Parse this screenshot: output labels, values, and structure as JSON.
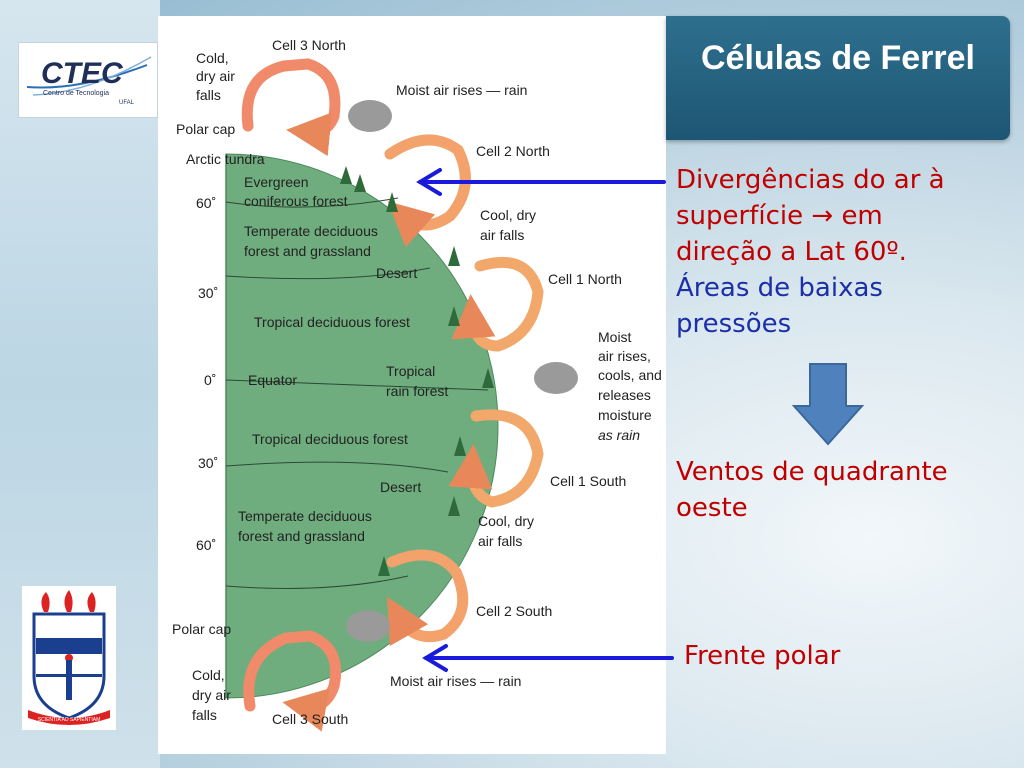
{
  "title": "Células de Ferrel",
  "logo": {
    "name": "CTEC",
    "subtitle": "Centro de Tecnologia",
    "inst": "UFAL"
  },
  "crest": {
    "motto": "SCIENTIA AD SAPIENTIAM"
  },
  "diagram": {
    "cell3n": "Cell 3 North",
    "cold_top_1": "Cold,",
    "cold_top_2": "dry air",
    "cold_top_3": "falls",
    "moist_top": "Moist air rises — rain",
    "polar_cap_n": "Polar cap",
    "arctic": "Arctic tundra",
    "cell2n": "Cell 2 North",
    "evergreen_1": "Evergreen",
    "evergreen_2": "coniferous forest",
    "lat60n": "60˚",
    "cool_n_1": "Cool, dry",
    "cool_n_2": "air falls",
    "temp_n_1": "Temperate deciduous",
    "temp_n_2": "forest and grassland",
    "desert_n": "Desert",
    "cell1n": "Cell 1 North",
    "lat30n": "30˚",
    "trop_dec_n": "Tropical deciduous forest",
    "moist_mid_1": "Moist",
    "moist_mid_2": "air rises,",
    "moist_mid_3": "cools, and",
    "moist_mid_4": "releases",
    "moist_mid_5": "moisture",
    "moist_mid_6": "as rain",
    "lat0": "0˚",
    "equator": "Equator",
    "trop_rain_1": "Tropical",
    "trop_rain_2": "rain forest",
    "trop_dec_s": "Tropical deciduous forest",
    "lat30s": "30˚",
    "cell1s": "Cell 1 South",
    "desert_s": "Desert",
    "temp_s_1": "Temperate deciduous",
    "temp_s_2": "forest and grassland",
    "cool_s_1": "Cool, dry",
    "cool_s_2": "air falls",
    "lat60s": "60˚",
    "cell2s": "Cell 2 South",
    "polar_cap_s": "Polar cap",
    "cold_bot_1": "Cold,",
    "cold_bot_2": "dry air",
    "cold_bot_3": "falls",
    "moist_bot": "Moist air rises — rain",
    "cell3s": "Cell 3 South"
  },
  "notes": {
    "div_1": "Divergências do ar à",
    "div_2a": "superfície ",
    "div_2b": "em",
    "div_3": "direção a Lat 60º.",
    "div_4": "Áreas de baixas",
    "div_5": "pressões",
    "ventos_1": "Ventos de quadrante",
    "ventos_2": "oeste",
    "frente": "Frente polar"
  },
  "colors": {
    "note_red": "#c00000",
    "note_blue": "#1c2fa8",
    "arrow_blue": "#1a1adb",
    "earth": "#6fad7e",
    "title_bar": "#1d5674"
  }
}
